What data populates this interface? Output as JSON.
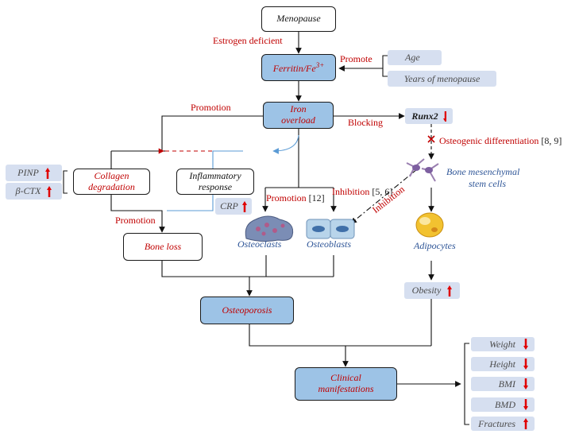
{
  "nodes": {
    "menopause": "Menopause",
    "ferritin": "Ferritin/Fe",
    "ferritin_sup": "3+",
    "iron_overload": "Iron overload",
    "collagen_degradation": "Collagen degradation",
    "inflammatory_response": "Inflammatory response",
    "bone_loss": "Bone loss",
    "osteoporosis": "Osteoporosis",
    "clinical_manifestations": "Clinical manifestations"
  },
  "pills": {
    "age": "Age",
    "years_of_menopause": "Years of menopause",
    "runx2": "Runx2",
    "pinp": "PINP",
    "b_ctx": "β-CTX",
    "crp": "CRP",
    "obesity": "Obesity"
  },
  "manifestations": [
    {
      "label": "Weight",
      "direction": "down"
    },
    {
      "label": "Height",
      "direction": "down"
    },
    {
      "label": "BMI",
      "direction": "down"
    },
    {
      "label": "BMD",
      "direction": "down"
    },
    {
      "label": "Fractures",
      "direction": "up"
    }
  ],
  "edge_labels": {
    "estrogen_deficient": "Estrogen deficient",
    "promote": "Promote",
    "promotion_left": "Promotion",
    "blocking": "Blocking",
    "osteogenic_differentiation": "Osteogenic differentiation",
    "osteogenic_ref": "[8, 9]",
    "promotion_12": "Promotion",
    "promotion_12_ref": "[12]",
    "inhibition_56": "Inhibition",
    "inhibition_56_ref": "[5, 6]",
    "inhibition_diag": "Inhibition",
    "promotion_bone_loss": "Promotion"
  },
  "cells": {
    "osteoclasts": "Osteoclasts",
    "osteoblasts": "Osteoblasts",
    "bmsc_line1": "Bone mesenchymal",
    "bmsc_line2": "stem cells",
    "adipocytes": "Adipocytes"
  },
  "colors": {
    "node_blue": "#9dc3e6",
    "pill_blue": "#d6dff0",
    "text_red": "#c00000",
    "text_blue": "#2e5597",
    "edge_light_blue": "#5b9bd5"
  }
}
